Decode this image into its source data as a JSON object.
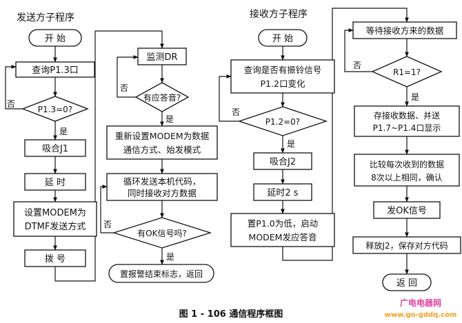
{
  "caption": "图 1 - 106    通信程序框图",
  "watermark": {
    "line1": "广电电器网",
    "line2": "www.go-gddq.com"
  },
  "send": {
    "title": "发送方子程序",
    "start": "开  始",
    "query_p13": "查询P1.3口",
    "p13_decision": "P1.3=0?",
    "pull_j1": "吸合J1",
    "delay": "延  时",
    "set_modem": [
      "设置MODEM为",
      "DTMF发送方式"
    ],
    "dial": "拨  号",
    "monitor_dr": "监测DR",
    "answer_decision": "有应答音?",
    "reset_modem": [
      "重新设置MODEM为数据",
      "通信方式、始发模式"
    ],
    "loop_send": [
      "循环发送本机代码，",
      "同时接收对方数据"
    ],
    "ok_decision": "有OK信号吗?",
    "set_alarm": "置报警结束标志，返回"
  },
  "recv": {
    "title": "接收方子程序",
    "start": "开  始",
    "query_ring": [
      "查询是否有振铃信号",
      "P1.2口变化"
    ],
    "p12_decision": "P1.2=0?",
    "pull_j2": "吸合J2",
    "delay2s": "延时2 s",
    "set_p10": [
      "置P1.0为低，启动",
      "MODEM发应答音"
    ],
    "wait_data": "等待接收方来的数据",
    "r1_decision": "R1=1?",
    "store_data": [
      "存接收数据、并送",
      "P1.7~P1.4口显示"
    ],
    "compare": [
      "比较每次收到的数据",
      "8次以上相同，确认"
    ],
    "send_ok": "发OK信号",
    "release_j2": "释放J2，保存对方代码",
    "return": "返  回"
  },
  "labels": {
    "yes": "是",
    "no": "否"
  }
}
